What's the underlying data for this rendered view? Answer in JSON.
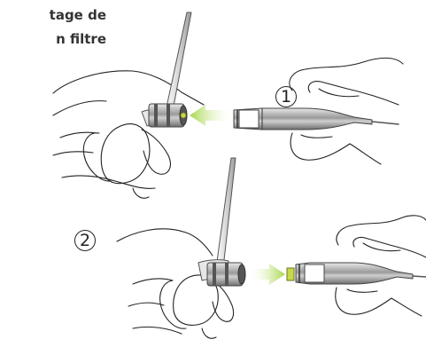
{
  "heading": {
    "line1": "tage de",
    "line2": "n filtre"
  },
  "steps": [
    {
      "number": "1"
    },
    {
      "number": "2"
    }
  ],
  "colors": {
    "arrow": "#a8d64a",
    "filter": "#c8d84a",
    "metal": "#8a8a8a",
    "ink": "#222222"
  }
}
